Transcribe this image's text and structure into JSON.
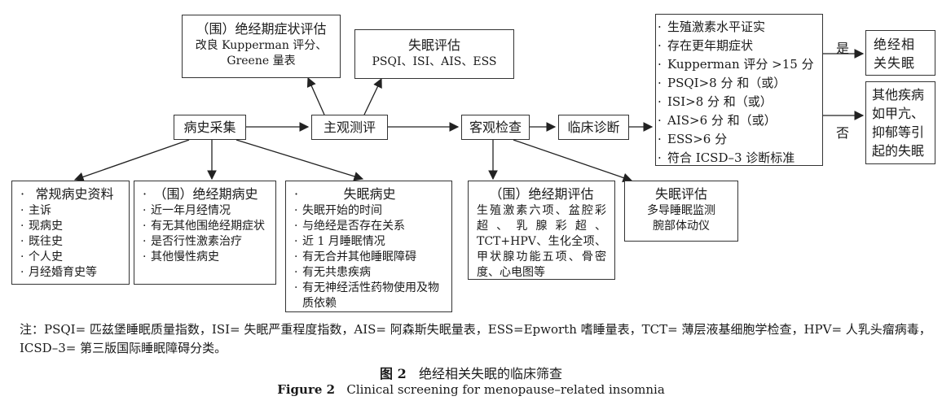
{
  "nodes": {
    "menopause_symptom_eval": {
      "title": "（围）绝经期症状评估",
      "lines": [
        "改良 Kupperman 评分、",
        "Greene 量表"
      ]
    },
    "insomnia_eval_top": {
      "title": "失眠评估",
      "lines": [
        "PSQI、ISI、AIS、ESS"
      ]
    },
    "history_collection": "病史采集",
    "subjective_eval": "主观测评",
    "objective_exam": "客观检查",
    "clinical_diagnosis": "临床诊断",
    "routine_history": {
      "title": "常规病史资料",
      "items": [
        "主诉",
        "现病史",
        "既往史",
        "个人史",
        "月经婚育史等"
      ]
    },
    "menopause_history": {
      "title": "（围）绝经期病史",
      "items": [
        "近一年月经情况",
        "有无其他围绝经期症状",
        "是否行性激素治疗",
        "其他慢性病史"
      ]
    },
    "insomnia_history": {
      "title": "失眠病史",
      "items": [
        "失眠开始的时间",
        "与绝经是否存在关系",
        "近 1 月睡眠情况",
        "有无合并其他睡眠障碍",
        "有无共患疾病",
        "有无神经活性药物使用及物质依赖"
      ]
    },
    "menopause_eval": {
      "title": "（围）绝经期评估",
      "text": "生殖激素六项、盆腔彩超、乳腺彩超、TCT+HPV、生化全项、甲状腺功能五项、骨密度、心电图等"
    },
    "insomnia_eval_bottom": {
      "title": "失眠评估",
      "lines": [
        "多导睡眠监测",
        "腕部体动仪"
      ]
    },
    "criteria": [
      "生殖激素水平证实",
      "存在更年期症状",
      "Kupperman 评分 >15 分",
      "PSQI>8 分 和（或）",
      "ISI>8 分 和（或）",
      "AIS>6 分 和（或）",
      "ESS>6 分",
      "符合 ICSD–3 诊断标准"
    ],
    "yes_label": "是",
    "no_label": "否",
    "outcome_yes": "绝经相关失眠",
    "outcome_no": "其他疾病如甲亢、抑郁等引起的失眠"
  },
  "note": "注：PSQI= 匹兹堡睡眠质量指数，ISI= 失眠严重程度指数，AIS= 阿森斯失眠量表，ESS=Epworth 嗜睡量表，TCT= 薄层液基细胞学检查，HPV= 人乳头瘤病毒，ICSD–3= 第三版国际睡眠障碍分类。",
  "caption": {
    "cn_label": "图 2",
    "cn_text": "绝经相关失眠的临床筛查",
    "en_label": "Figure 2",
    "en_text": "Clinical screening for menopause–related insomnia"
  }
}
